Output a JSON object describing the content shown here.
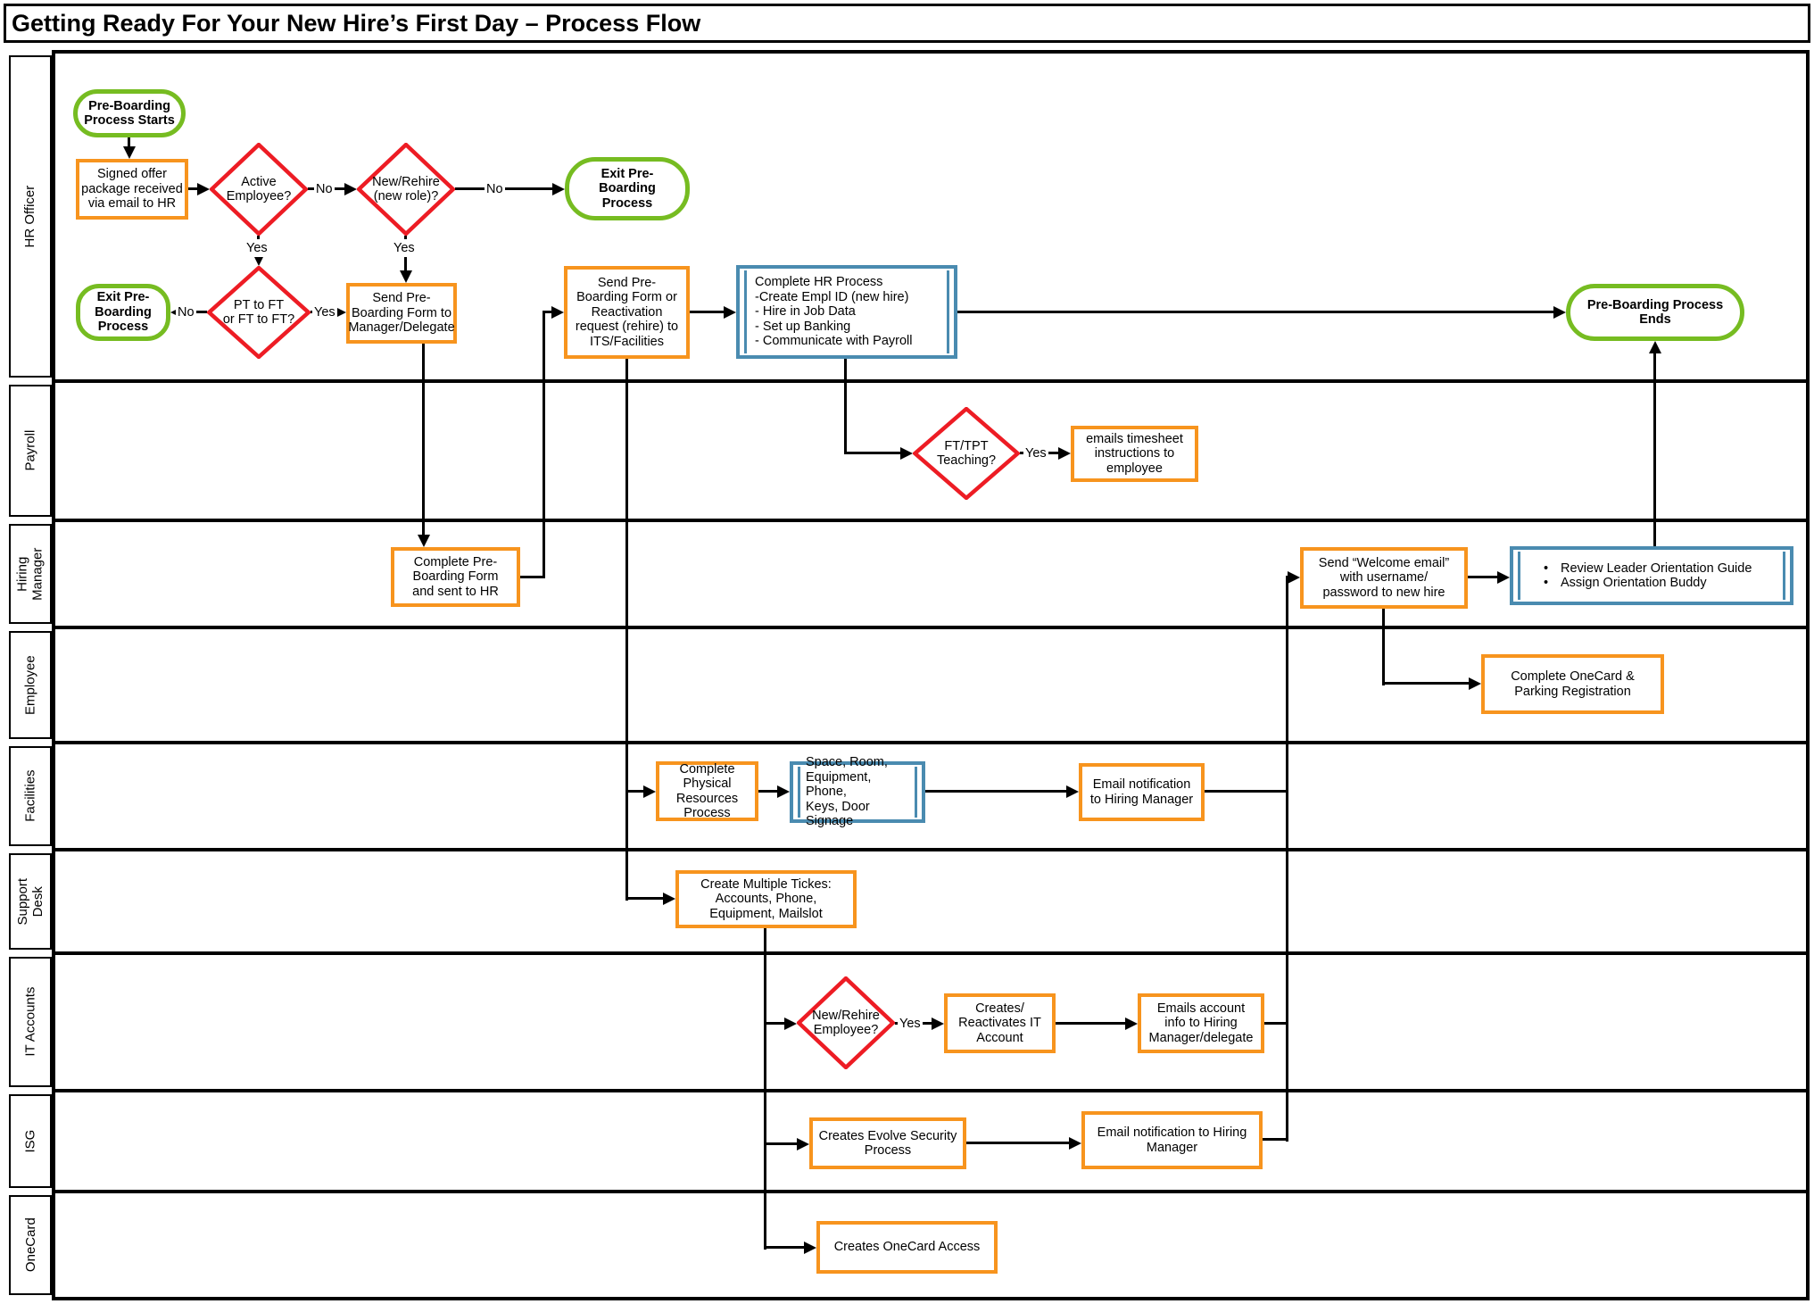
{
  "title": "Getting Ready For Your New Hire’s First Day – Process Flow",
  "colors": {
    "terminator_green": "#76bc21",
    "process_orange": "#f7941e",
    "decision_red": "#ed1c24",
    "subprocess_blue": "#4a8bb0",
    "line_black": "#000000"
  },
  "lanes": [
    "HR Officer",
    "Payroll",
    "Hiring\nManager",
    "Employee",
    "Facilities",
    "Support\nDesk",
    "IT Accounts",
    "ISG",
    "OneCard"
  ],
  "labels": {
    "yes": "Yes",
    "no": "No"
  },
  "nodes": {
    "start": "Pre-Boarding\nProcess Starts",
    "signed_offer": "Signed offer\npackage received\nvia email to HR",
    "active_employee": "Active\nEmployee?",
    "new_rehire_role": "New/Rehire\n(new role)?",
    "exit_top": "Exit Pre-\nBoarding\nProcess",
    "exit_left": "Exit Pre-\nBoarding\nProcess",
    "pt_ft": "PT to FT\nor FT to FT?",
    "send_form_mgr": "Send Pre-\nBoarding Form to\nManager/Delegate",
    "send_form_its": "Send Pre-\nBoarding Form or\nReactivation\nrequest (rehire) to\nITS/Facilities",
    "complete_hr": {
      "lines": [
        "Complete HR Process",
        "-Create Empl ID (new hire)",
        "- Hire in Job Data",
        "- Set up Banking",
        "- Communicate with Payroll"
      ]
    },
    "ends": "Pre-Boarding Process\nEnds",
    "ft_tpt": "FT/TPT\nTeaching?",
    "timesheet": "emails timesheet\ninstructions to\nemployee",
    "complete_preboarding": "Complete Pre-\nBoarding Form\nand sent to HR",
    "welcome_email": "Send “Welcome email”\nwith username/\npassword to new hire",
    "review_guide": {
      "lines": [
        "Review Leader Orientation Guide",
        "Assign Orientation Buddy"
      ]
    },
    "onecard_parking": "Complete OneCard &\nParking Registration",
    "physical_resources": "Complete Physical\nResources\nProcess",
    "space_room": "Space, Room,\nEquipment, Phone,\nKeys, Door Signage",
    "email_hm_fac": "Email notification\nto Hiring Manager",
    "tickets": "Create Multiple Tickes:\nAccounts, Phone,\nEquipment, Mailslot",
    "new_rehire_emp": "New/Rehire\nEmployee?",
    "creates_it": "Creates/\nReactivates IT\nAccount",
    "emails_account": "Emails account\ninfo to Hiring\nManager/delegate",
    "evolve": "Creates Evolve Security\nProcess",
    "email_hm_isg": "Email notification to Hiring\nManager",
    "onecard_access": "Creates OneCard Access"
  }
}
